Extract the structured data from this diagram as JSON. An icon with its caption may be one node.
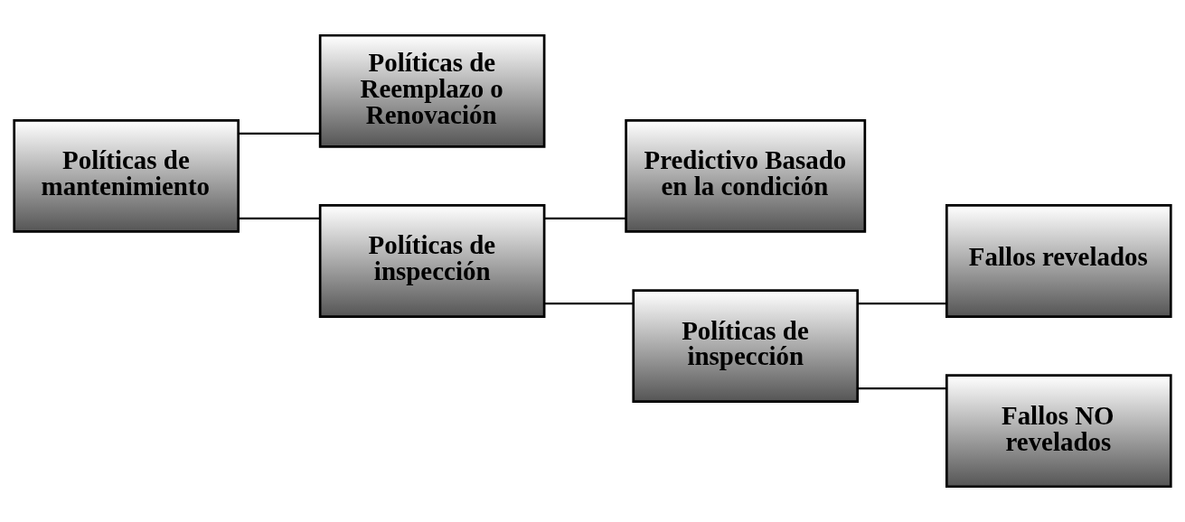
{
  "diagram": {
    "nodes": [
      {
        "text": [
          "Políticas de mantenimiento"
        ]
      },
      {
        "text": [
          "Políticas de Reemplazo o Renovación"
        ]
      },
      {
        "text": [
          "Políticas de inspección"
        ]
      },
      {
        "text": [
          "Predictivo Basado en la condición"
        ]
      },
      {
        "text": [
          "Políticas de inspección"
        ]
      },
      {
        "text": [
          "Fallos revelados"
        ]
      },
      {
        "text": [
          "Fallos NO revelados"
        ]
      }
    ],
    "edges": [
      {
        "from": 0,
        "to": 1,
        "arrow": "none"
      },
      {
        "from": 0,
        "to": 2,
        "arrow": "none"
      },
      {
        "from": 2,
        "to": 3,
        "arrow": "none"
      },
      {
        "from": 2,
        "to": 4,
        "arrow": "none"
      },
      {
        "from": 4,
        "to": 5,
        "arrow": "none"
      },
      {
        "from": 4,
        "to": 6,
        "arrow": "none"
      }
    ]
  }
}
